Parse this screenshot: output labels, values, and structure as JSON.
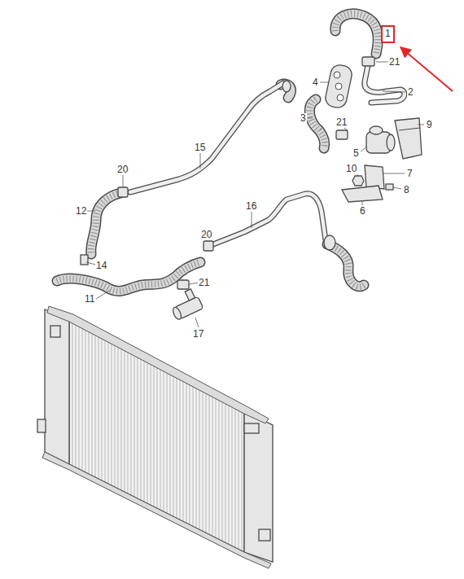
{
  "diagram": {
    "nodes": [
      {
        "text": [
          "1"
        ]
      }
    ],
    "labels": [
      "21",
      "2",
      "4",
      "3",
      "21",
      "9",
      "5",
      "10",
      "7",
      "8",
      "6",
      "15",
      "20",
      "12",
      "16",
      "20",
      "14",
      "21",
      "11",
      "17"
    ]
  }
}
